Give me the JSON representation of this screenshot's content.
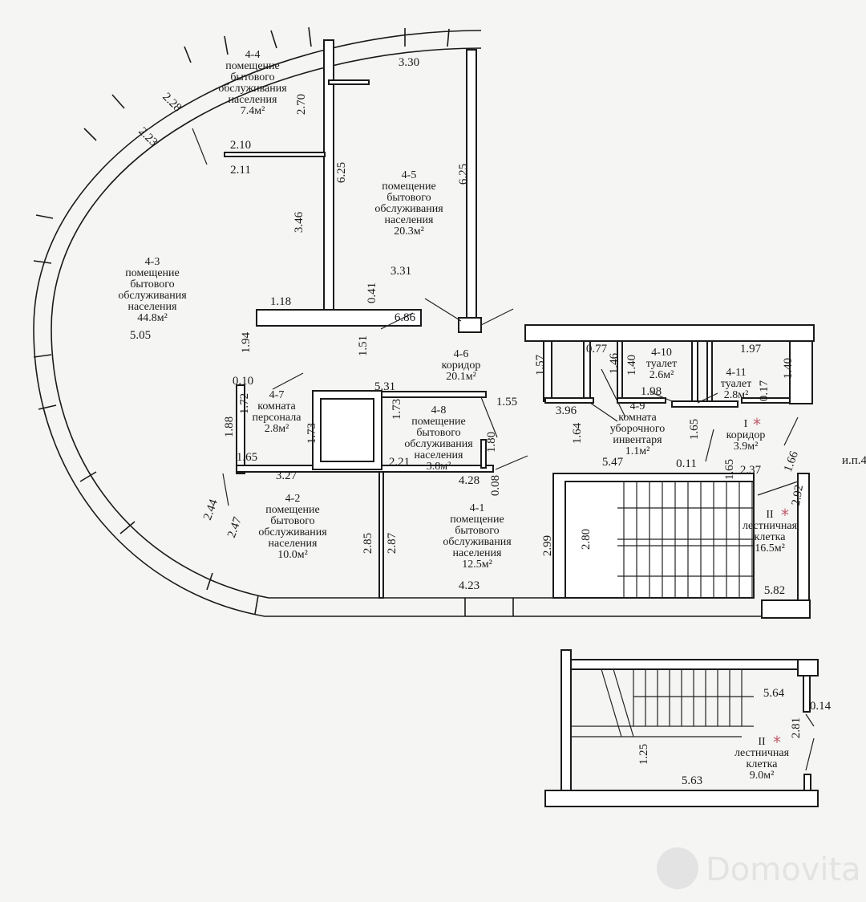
{
  "plan": {
    "side_label": "и.п.4",
    "watermark": "Domovita",
    "rooms": [
      {
        "id": "4-4",
        "lines": [
          "помещение",
          "бытового",
          "обслуживания",
          "населения"
        ],
        "area": "7.4м²"
      },
      {
        "id": "4-5",
        "lines": [
          "помещение",
          "бытового",
          "обслуживания",
          "населения"
        ],
        "area": "20.3м²"
      },
      {
        "id": "4-3",
        "lines": [
          "помещение",
          "бытового",
          "обслуживания",
          "населения"
        ],
        "area": "44.8м²"
      },
      {
        "id": "4-6",
        "lines": [
          "коридор"
        ],
        "area": "20.1м²"
      },
      {
        "id": "4-7",
        "lines": [
          "комната",
          "персонала"
        ],
        "area": "2.8м²"
      },
      {
        "id": "4-8",
        "lines": [
          "помещение",
          "бытового",
          "обслуживания",
          "населения"
        ],
        "area": "3.8м²"
      },
      {
        "id": "4-2",
        "lines": [
          "помещение",
          "бытового",
          "обслуживания",
          "населения"
        ],
        "area": "10.0м²"
      },
      {
        "id": "4-1",
        "lines": [
          "помещение",
          "бытового",
          "обслуживания",
          "населения"
        ],
        "area": "12.5м²"
      },
      {
        "id": "4-9",
        "lines": [
          "комната",
          "уборочного",
          "инвентаря"
        ],
        "area": "1.1м²"
      },
      {
        "id": "4-10",
        "lines": [
          "туалет"
        ],
        "area": "2.6м²"
      },
      {
        "id": "4-11",
        "lines": [
          "туалет"
        ],
        "area": "2.8м²"
      },
      {
        "id": "I",
        "lines": [
          "коридор"
        ],
        "area": "3.9м²",
        "marked": true
      },
      {
        "id": "II",
        "lines": [
          "лестничная",
          "клетка"
        ],
        "area": "16.5м²",
        "marked": true
      },
      {
        "id": "II",
        "lines": [
          "лестничная",
          "клетка"
        ],
        "area": "9.0м²",
        "marked": true
      }
    ],
    "dimensions": [
      "3.30",
      "2.70",
      "2.28",
      "2.23",
      "2.10",
      "2.11",
      "6.25",
      "6.25",
      "3.46",
      "3.31",
      "0.41",
      "1.18",
      "5.05",
      "6.86",
      "1.94",
      "1.51",
      "0.10",
      "5.31",
      "1.55",
      "1.72",
      "1.73",
      "1.88",
      "1.73",
      "1.65",
      "2.21",
      "1.80",
      "3.27",
      "4.28",
      "0.08",
      "2.44",
      "2.47",
      "2.85",
      "2.87",
      "4.23",
      "2.99",
      "1.57",
      "0.77",
      "1.46",
      "1.40",
      "1.98",
      "1.97",
      "1.40",
      "0.17",
      "3.96",
      "1.64",
      "1.65",
      "5.47",
      "0.11",
      "1.65",
      "2.37",
      "1.66",
      "2.92",
      "2.80",
      "5.82",
      "5.64",
      "0.14",
      "2.81",
      "1.25",
      "5.63"
    ],
    "colors": {
      "line": "#1a1a1a",
      "marker": "#c05a6a",
      "paper": "#f5f5f3"
    }
  }
}
